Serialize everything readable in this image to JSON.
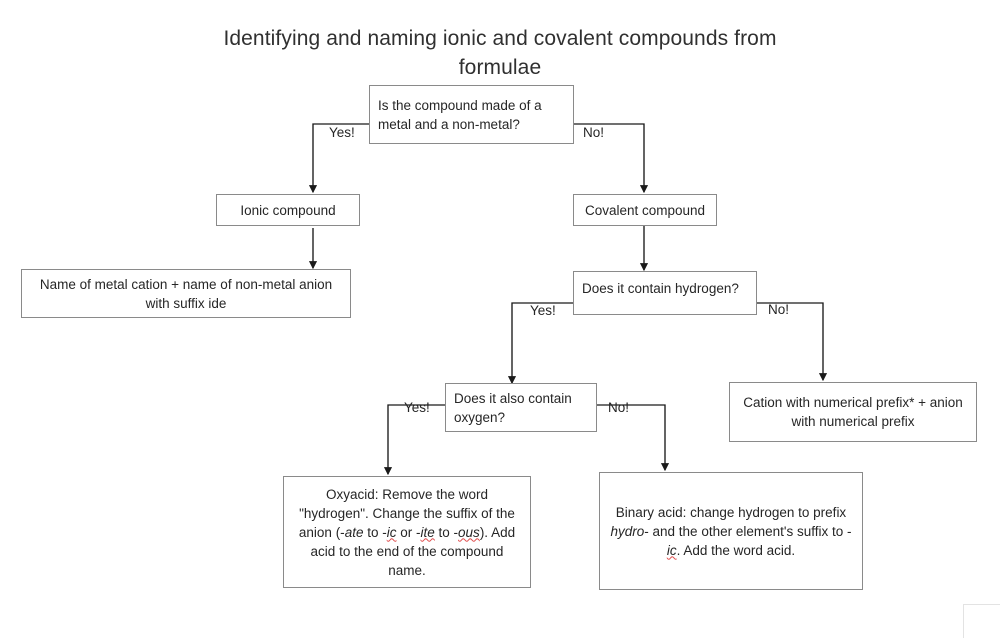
{
  "title": "Identifying and naming ionic and covalent compounds from formulae",
  "nodes": {
    "q_metal_nonmetal": "Is the compound made of a metal and a non-metal?",
    "ionic_compound": "Ionic compound",
    "covalent_compound": "Covalent compound",
    "ionic_naming": "Name of metal cation + name of non-metal anion with suffix ide",
    "q_hydrogen": "Does it contain hydrogen?",
    "q_oxygen": "Does it also contain oxygen?",
    "binary_prefix": "Cation with numerical prefix* + anion with numerical prefix",
    "oxyacid": "Oxyacid: Remove the word \"hydrogen\". Change the suffix of the anion (-ate to -ic or -ite to -ous). Add acid to the end of the compound name.",
    "binary_acid": "Binary acid: change hydrogen to prefix hydro- and the other element's suffix to -ic. Add the word acid."
  },
  "oxyacid_parts": {
    "line1": "Oxyacid: Remove the word",
    "line2": "\"hydrogen\". Change the suffix of the",
    "line3_a": "anion (-",
    "line3_ate": "ate",
    "line3_b": " to -",
    "line3_ic": "ic",
    "line3_c": " or -",
    "line3_ite": "ite",
    "line3_d": " to -",
    "line3_ous": "ous",
    "line3_e": "). Add",
    "line4": "acid to the end of the compound",
    "line5": "name."
  },
  "binary_acid_parts": {
    "line1": "Binary acid: change hydrogen to prefix",
    "line2_hydro": "hydro",
    "line2_a": "- and the other element's suffix",
    "line3_a": "to -",
    "line3_ic": "ic",
    "line3_b": ". Add the word acid."
  },
  "edge_labels": {
    "metal_yes": "Yes!",
    "metal_no": "No!",
    "hydrogen_yes": "Yes!",
    "hydrogen_no": "No!",
    "oxygen_yes": "Yes!",
    "oxygen_no": "No!"
  },
  "colors": {
    "box_border": "#8a8a8a",
    "connector": "#1a1a1a",
    "text": "#262626",
    "title": "#303030",
    "spellcheck_underline": "#e04b4b",
    "background": "#ffffff"
  }
}
